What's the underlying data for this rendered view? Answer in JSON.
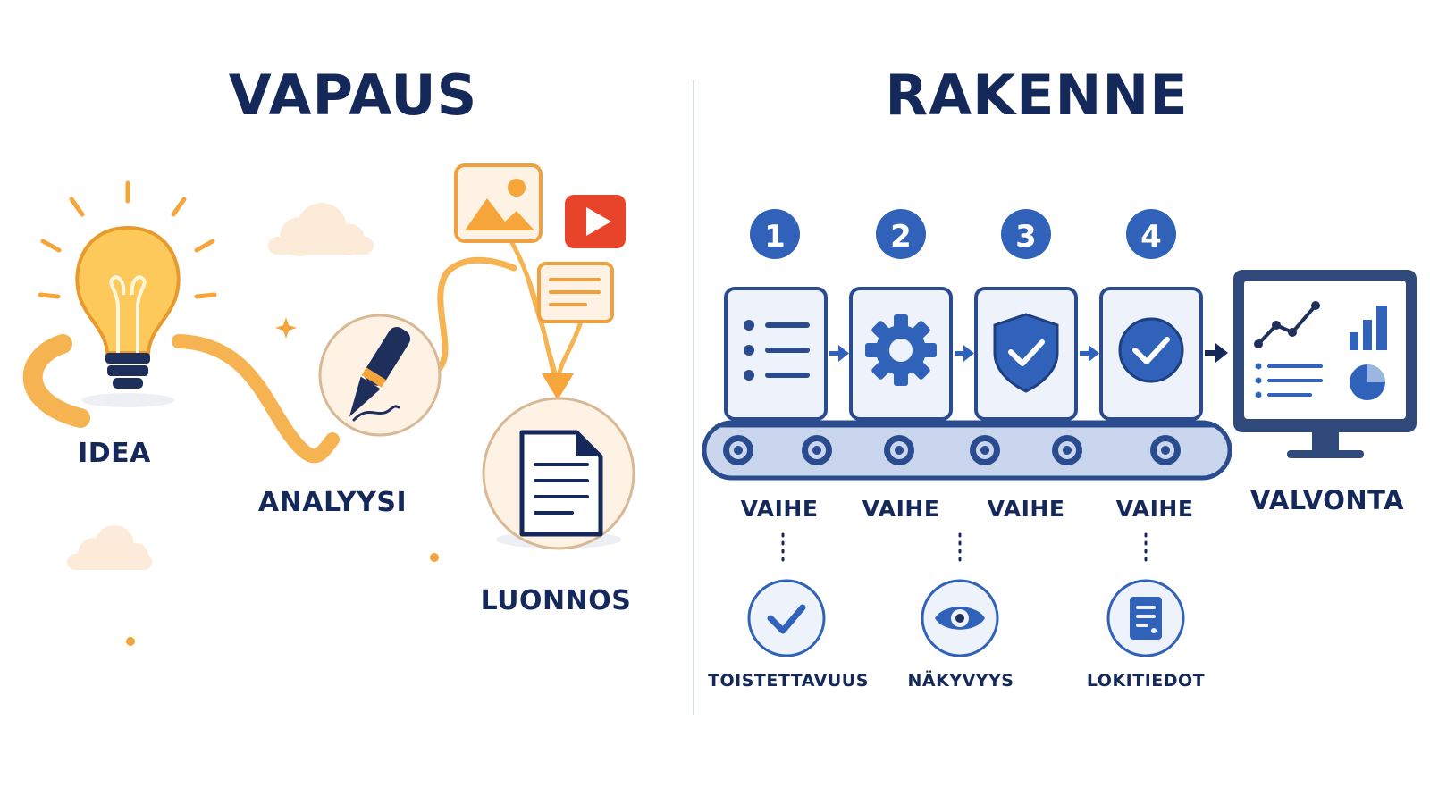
{
  "left": {
    "title": "VAPAUS",
    "labels": {
      "idea": "IDEA",
      "analysis": "ANALYYSI",
      "draft": "LUONNOS"
    }
  },
  "right": {
    "title": "RAKENNE",
    "steps": [
      {
        "number": "1",
        "label": "VAIHE",
        "icon": "checklist-icon"
      },
      {
        "number": "2",
        "label": "VAIHE",
        "icon": "gear-icon"
      },
      {
        "number": "3",
        "label": "VAIHE",
        "icon": "shield-check-icon"
      },
      {
        "number": "4",
        "label": "VAIHE",
        "icon": "check-circle-icon"
      }
    ],
    "monitor_label": "VALVONTA",
    "benefits": [
      {
        "label": "TOISTETTAVUUS",
        "icon": "checkmark-icon"
      },
      {
        "label": "NÄKYVYYS",
        "icon": "eye-icon"
      },
      {
        "label": "LOKITIEDOT",
        "icon": "log-document-icon"
      }
    ]
  },
  "colors": {
    "navy": "#14285a",
    "blue": "#2f62b8",
    "orange": "#f5a53a",
    "light_blue": "#eef2fb",
    "red": "#e8442a",
    "cream": "#fdf2e4"
  }
}
